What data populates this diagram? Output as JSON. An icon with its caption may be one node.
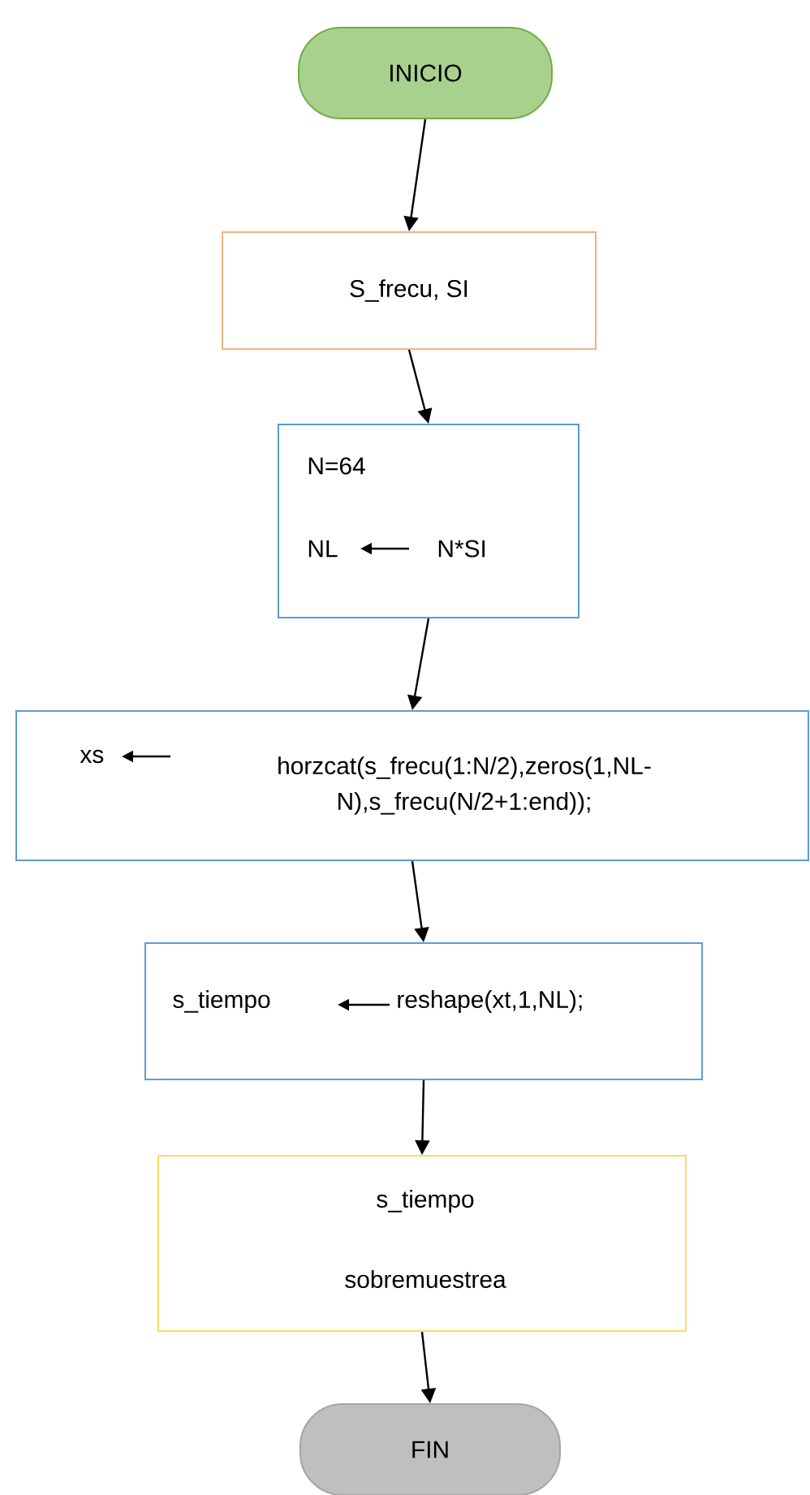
{
  "diagram": {
    "nodes": [
      {
        "text": [
          "INICIO"
        ]
      },
      {
        "text": [
          "S_frecu, SI"
        ]
      },
      {
        "text": [
          "N=64",
          "NL",
          "N*SI"
        ]
      },
      {
        "text": [
          "xs",
          "horzcat(s_frecu(1:N/2),zeros(1,NL- N),s_frecu(N/2+1:end));"
        ]
      },
      {
        "text": [
          "s_tiempo",
          "reshape(xt,1,NL);"
        ]
      },
      {
        "text": [
          "s_tiempo",
          "sobremuestrea"
        ]
      },
      {
        "text": [
          "FIN"
        ]
      }
    ],
    "edges": [
      {
        "from": 0,
        "to": 1,
        "arrow": "to"
      },
      {
        "from": 1,
        "to": 2,
        "arrow": "to"
      },
      {
        "from": 2,
        "to": 3,
        "arrow": "to"
      },
      {
        "from": 3,
        "to": 4,
        "arrow": "to"
      },
      {
        "from": 4,
        "to": 5,
        "arrow": "to"
      },
      {
        "from": 5,
        "to": 6,
        "arrow": "to"
      }
    ]
  }
}
